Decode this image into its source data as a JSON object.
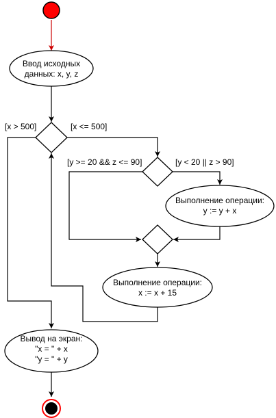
{
  "colors": {
    "stroke": "#000000",
    "background": "#ffffff",
    "start_fill": "#ff0000",
    "end_ring": "#ff0000",
    "core_fill": "#000000",
    "start_arrow": "#cc0000"
  },
  "nodes": {
    "input": {
      "line1": "Ввод исходных",
      "line2": "данных: x, y, z"
    },
    "op_y": {
      "line1": "Выполнение операции:",
      "line2": "y := y + x"
    },
    "op_x": {
      "line1": "Выполнение операции:",
      "line2": "x := x + 15"
    },
    "output": {
      "line1": "Вывод на экран:",
      "line2": "\"x = \" + x",
      "line3": "\"y = \" + y"
    }
  },
  "guards": {
    "loop_exit": "[x > 500]",
    "loop_continue": "[x <= 500]",
    "cond_true": "[y >= 20 && z <= 90]",
    "cond_false": "[y < 20 || z > 90]"
  }
}
